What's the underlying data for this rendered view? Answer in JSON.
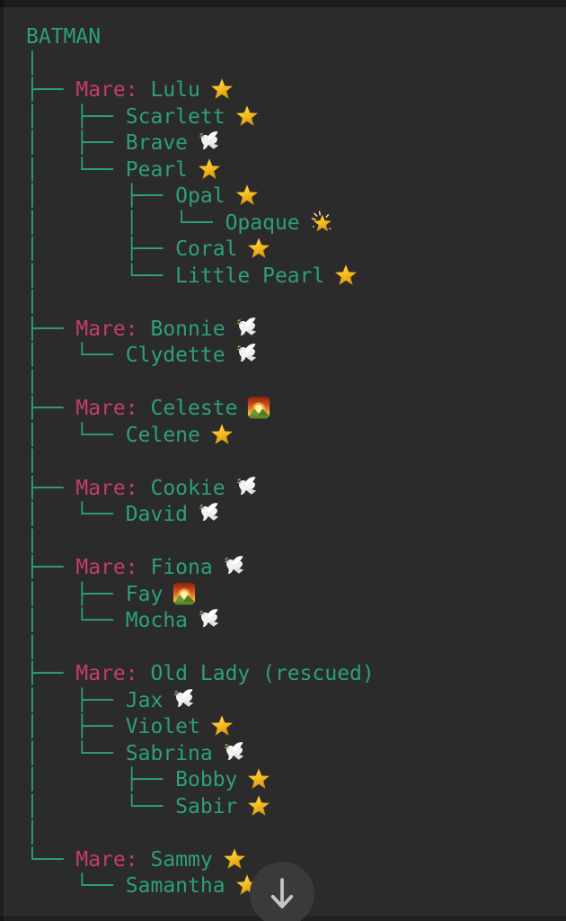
{
  "screen": {
    "background": "#2b2b2b",
    "edge_shadow": "#1b1b1b"
  },
  "colors": {
    "tree_green": "#2da078",
    "mare_pink": "#c83c69",
    "star_gold": "#f3b61f",
    "dove_white": "#efefef",
    "sunrise_orange": "#d4561f",
    "button_gray": "#3a3a3a",
    "arrow_gray": "#c6c6c6"
  },
  "icons": {
    "star": "⭐",
    "glowing-star": "🌟",
    "dove": "🕊️",
    "sunrise": "🌄",
    "down-arrow": "↓"
  },
  "tree": {
    "root": "BATMAN",
    "rows": [
      {
        "prefix": "",
        "label": "",
        "name": "BATMAN",
        "icon": null,
        "root": true
      },
      {
        "prefix": "│",
        "label": "",
        "name": "",
        "icon": null
      },
      {
        "prefix": "├── ",
        "label": "Mare: ",
        "name": "Lulu",
        "icon": "star"
      },
      {
        "prefix": "│   ├── ",
        "label": "",
        "name": "Scarlett",
        "icon": "star"
      },
      {
        "prefix": "│   ├── ",
        "label": "",
        "name": "Brave",
        "icon": "dove"
      },
      {
        "prefix": "│   └── ",
        "label": "",
        "name": "Pearl",
        "icon": "star"
      },
      {
        "prefix": "│       ├── ",
        "label": "",
        "name": "Opal",
        "icon": "star"
      },
      {
        "prefix": "│       │   └── ",
        "label": "",
        "name": "Opaque",
        "icon": "glowing-star"
      },
      {
        "prefix": "│       ├── ",
        "label": "",
        "name": "Coral",
        "icon": "star"
      },
      {
        "prefix": "│       └── ",
        "label": "",
        "name": "Little Pearl",
        "icon": "star"
      },
      {
        "prefix": "│",
        "label": "",
        "name": "",
        "icon": null
      },
      {
        "prefix": "├── ",
        "label": "Mare: ",
        "name": "Bonnie",
        "icon": "dove"
      },
      {
        "prefix": "│   └── ",
        "label": "",
        "name": "Clydette",
        "icon": "dove"
      },
      {
        "prefix": "│",
        "label": "",
        "name": "",
        "icon": null
      },
      {
        "prefix": "├── ",
        "label": "Mare: ",
        "name": "Celeste",
        "icon": "sunrise"
      },
      {
        "prefix": "│   └── ",
        "label": "",
        "name": "Celene",
        "icon": "star"
      },
      {
        "prefix": "│",
        "label": "",
        "name": "",
        "icon": null
      },
      {
        "prefix": "├── ",
        "label": "Mare: ",
        "name": "Cookie",
        "icon": "dove"
      },
      {
        "prefix": "│   └── ",
        "label": "",
        "name": "David",
        "icon": "dove"
      },
      {
        "prefix": "│",
        "label": "",
        "name": "",
        "icon": null
      },
      {
        "prefix": "├── ",
        "label": "Mare: ",
        "name": "Fiona",
        "icon": "dove"
      },
      {
        "prefix": "│   ├── ",
        "label": "",
        "name": "Fay",
        "icon": "sunrise"
      },
      {
        "prefix": "│   └── ",
        "label": "",
        "name": "Mocha",
        "icon": "dove"
      },
      {
        "prefix": "│",
        "label": "",
        "name": "",
        "icon": null
      },
      {
        "prefix": "├── ",
        "label": "Mare: ",
        "name": "Old Lady (rescued)",
        "icon": null
      },
      {
        "prefix": "│   ├── ",
        "label": "",
        "name": "Jax",
        "icon": "dove"
      },
      {
        "prefix": "│   ├── ",
        "label": "",
        "name": "Violet",
        "icon": "star"
      },
      {
        "prefix": "│   └── ",
        "label": "",
        "name": "Sabrina",
        "icon": "dove"
      },
      {
        "prefix": "│       ├── ",
        "label": "",
        "name": "Bobby",
        "icon": "star"
      },
      {
        "prefix": "│       └── ",
        "label": "",
        "name": "Sabir",
        "icon": "star"
      },
      {
        "prefix": "│",
        "label": "",
        "name": "",
        "icon": null
      },
      {
        "prefix": "└── ",
        "label": "Mare: ",
        "name": "Sammy",
        "icon": "star"
      },
      {
        "prefix": "    └── ",
        "label": "",
        "name": "Samantha",
        "icon": "star"
      }
    ]
  },
  "scroll_button": {
    "icon": "down-arrow"
  }
}
